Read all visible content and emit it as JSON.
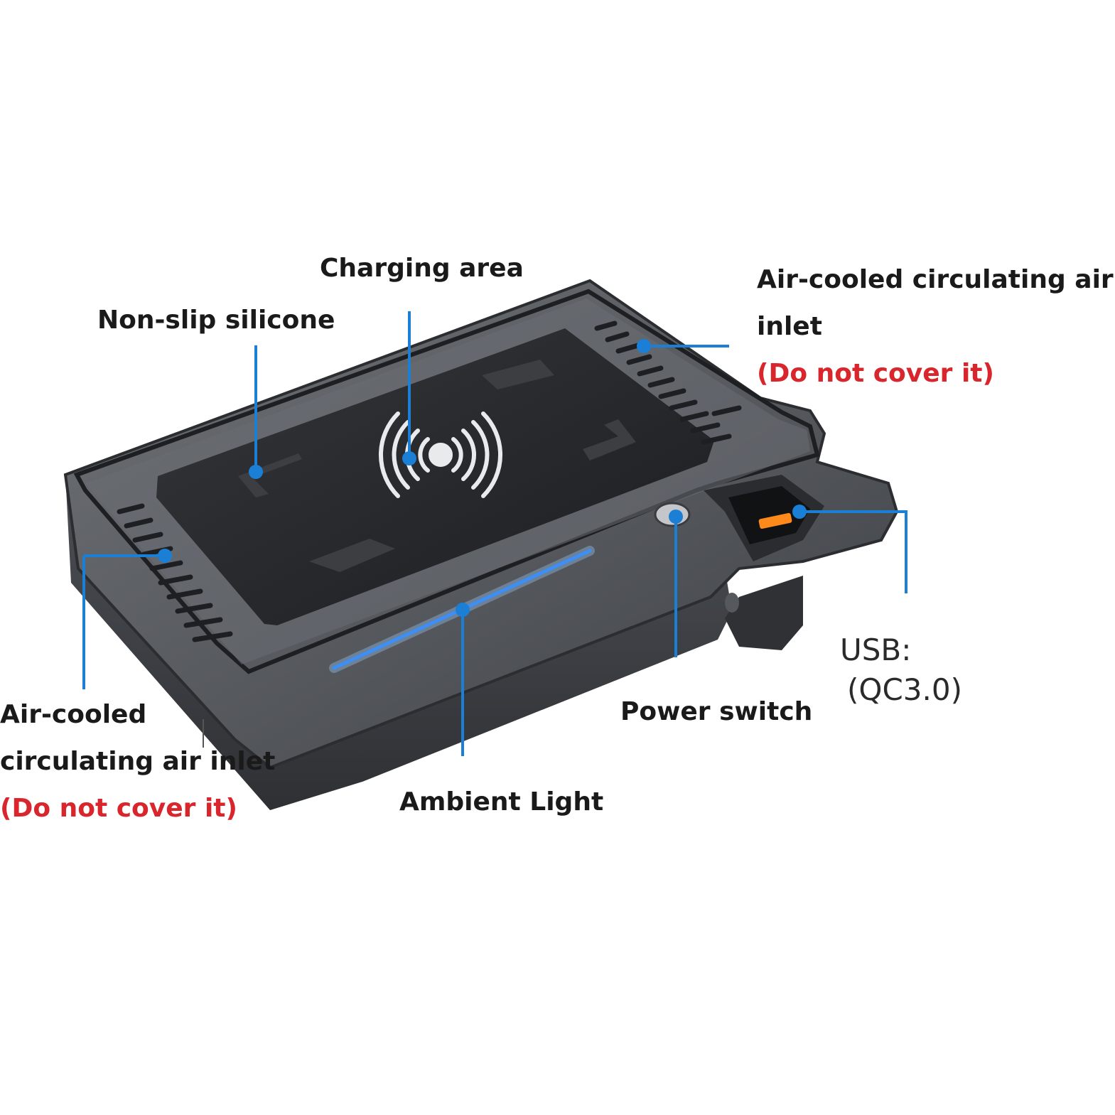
{
  "colors": {
    "background": "#ffffff",
    "callout": "#1b7fd6",
    "warning_text": "#d8262c",
    "label_text": "#1a1a1a",
    "device_body": "#5a5d62",
    "charging_pad": "#26282c",
    "ambient_light": "#3d8ef5",
    "usb_port": "#ff8a1c"
  },
  "icons": {
    "wireless_charging": "wireless-charging-icon"
  },
  "labels": {
    "charging_area": "Charging area",
    "non_slip_silicone": "Non-slip silicone",
    "air_inlet_right_line1": "Air-cooled circulating air",
    "air_inlet_right_line2": "inlet",
    "air_inlet_right_warning": "(Do not cover it)",
    "air_inlet_left_line1": "Air-cooled",
    "air_inlet_left_line2": "circulating air inlet",
    "air_inlet_left_warning": "(Do not cover it)",
    "power_switch": "Power switch",
    "ambient_light": "Ambient Light",
    "usb_line1": "USB:",
    "usb_line2": "(QC3.0)"
  }
}
